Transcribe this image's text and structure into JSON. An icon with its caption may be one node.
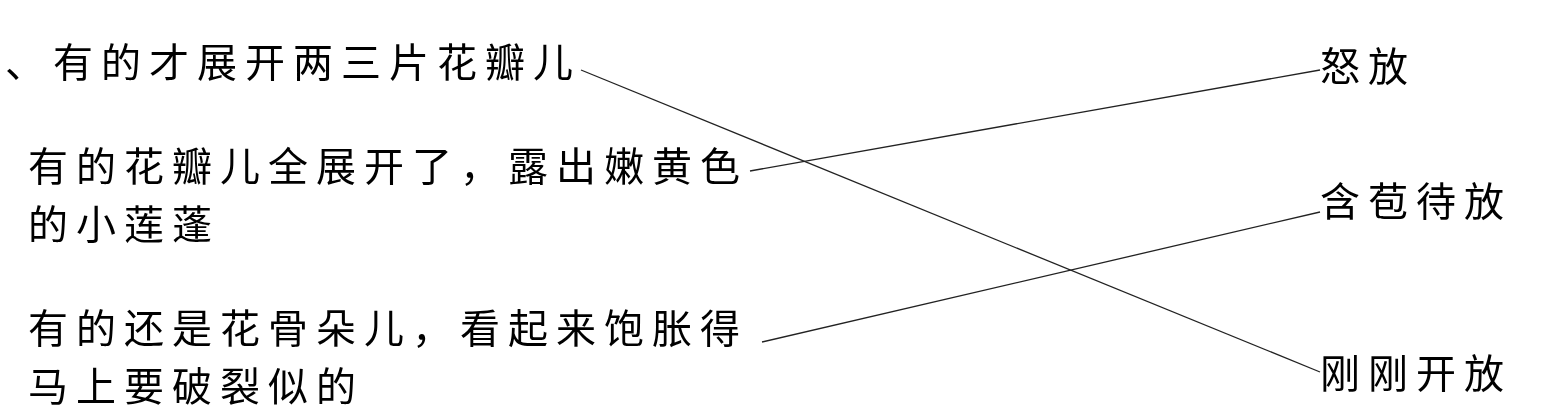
{
  "diagram": {
    "nodes": [
      {
        "text": [
          "、有的才展开两三片花瓣儿"
        ]
      },
      {
        "text": [
          "有的花瓣儿全展开了，露出嫩黄色的小莲蓬"
        ]
      },
      {
        "text": [
          "有的还是花骨朵儿，看起来饱胀得马上要破裂似的"
        ]
      },
      {
        "text": [
          "怒放"
        ]
      },
      {
        "text": [
          "含苞待放"
        ]
      },
      {
        "text": [
          "刚刚开放"
        ]
      }
    ],
    "edges": [
      {
        "from": 0,
        "to": 5,
        "arrow": "none"
      },
      {
        "from": 1,
        "to": 3,
        "arrow": "none"
      },
      {
        "from": 2,
        "to": 4,
        "arrow": "none"
      }
    ]
  }
}
